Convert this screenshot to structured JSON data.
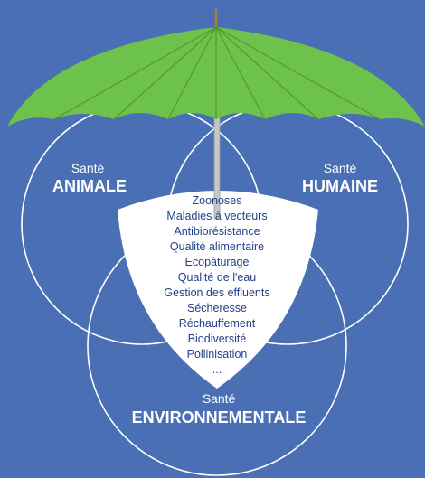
{
  "colors": {
    "background": "#4a6fb4",
    "umbrella_canopy": "#6cc24a",
    "umbrella_shadow": "#4f9a34",
    "circle_stroke": "#ffffff",
    "center_fill": "#ffffff",
    "topic_text": "#23408a"
  },
  "circles": {
    "animale": {
      "prefix": "Santé",
      "name": "ANIMALE"
    },
    "humaine": {
      "prefix": "Santé",
      "name": "HUMAINE"
    },
    "environnementale": {
      "prefix": "Santé",
      "name": "ENVIRONNEMENTALE"
    }
  },
  "topics": [
    "Zoonoses",
    "Maladies à vecteurs",
    "Antibiorésistance",
    "Qualité alimentaire",
    "Ecopâturage",
    "Qualité de l'eau",
    "Gestion des effluents",
    "Sécheresse",
    "Réchauffement",
    "Biodiversité",
    "Pollinisation",
    "..."
  ],
  "icons": [
    "umbrella-icon"
  ]
}
